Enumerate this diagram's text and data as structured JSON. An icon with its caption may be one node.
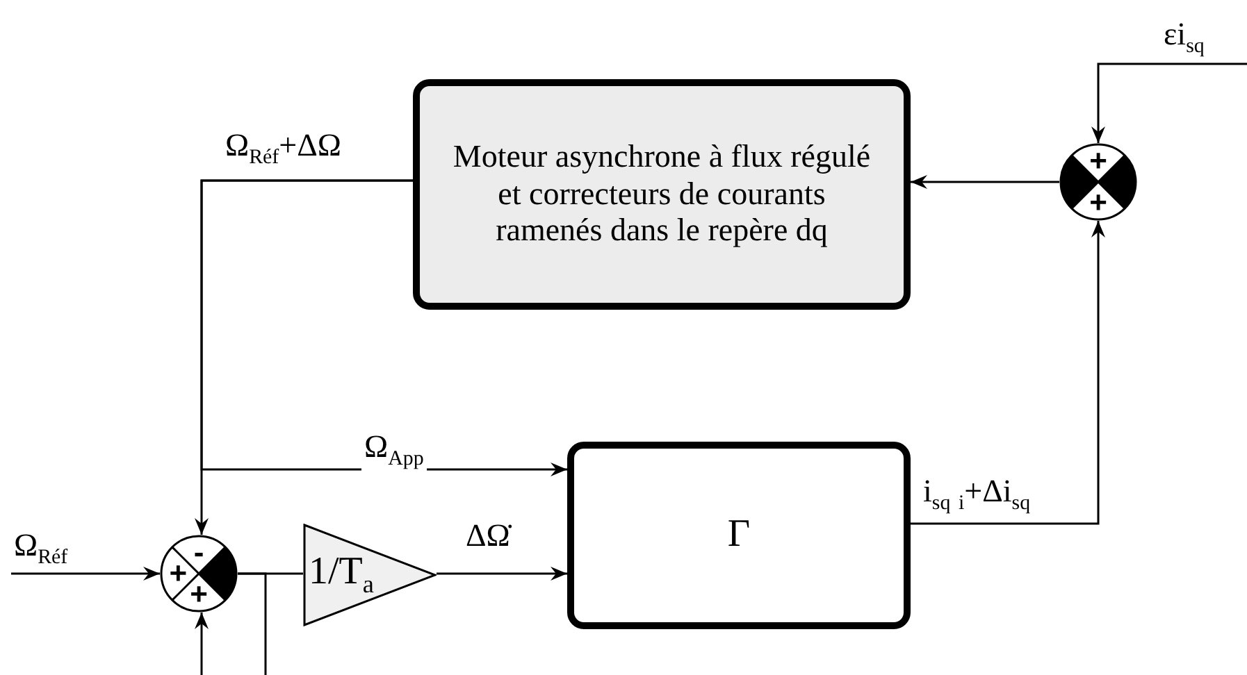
{
  "diagram": {
    "nodes": [
      {
        "text": [
          "Moteur asynchrone à flux régulé et correcteurs de courants ramenés dans le repère dq"
        ]
      },
      {
        "text": [
          "Γ"
        ]
      },
      {
        "text": [
          "-",
          "+",
          "+"
        ]
      },
      {
        "text": [
          "1/T$_{a}$"
        ]
      },
      {
        "text": [
          "+",
          "+"
        ]
      }
    ],
    "edges": [
      {
        "from": 0,
        "to": 2,
        "arrow": "to",
        "label": "Ω$_{Réf}$+ΔΩ"
      },
      {
        "from": 0,
        "to": 1,
        "arrow": "to",
        "label": "Ω$_{App}$"
      },
      {
        "from": null,
        "to": 2,
        "arrow": "to",
        "label": "Ω$_{Réf}$"
      },
      {
        "from": null,
        "to": 2,
        "arrow": "to"
      },
      {
        "from": 2,
        "to": 3,
        "arrow": "none"
      },
      {
        "from": 2,
        "to": null,
        "arrow": "none"
      },
      {
        "from": 3,
        "to": 1,
        "arrow": "to",
        "label": "ΔΩ̇"
      },
      {
        "from": 1,
        "to": 4,
        "arrow": "to",
        "label": "i$_{sq}$ $_{i}$+Δi$_{sq}$"
      },
      {
        "from": null,
        "to": 4,
        "arrow": "to",
        "label": "εi$_{sq}$"
      },
      {
        "from": 4,
        "to": 0,
        "arrow": "to"
      }
    ]
  }
}
